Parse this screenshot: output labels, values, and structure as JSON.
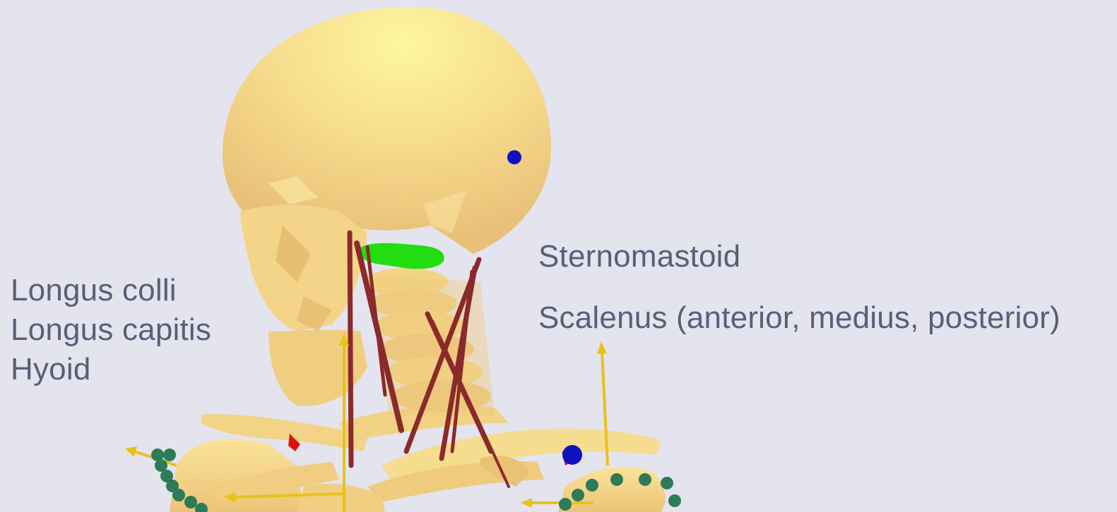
{
  "labels": {
    "left": [
      "Longus colli",
      "Longus capitis",
      "Hyoid"
    ],
    "right": [
      "Sternomastoid",
      "Scalenus (anterior, medius, posterior)"
    ]
  },
  "colors": {
    "background": "#e3e4ee",
    "bone": "#f5d98e",
    "muscle": "#8b2a2a",
    "hyoid": "#22dd11",
    "marker_blue": "#1010c0",
    "marker_green": "#2e7b57",
    "axis_yellow": "#e8c21a",
    "text": "#5b5e78"
  }
}
